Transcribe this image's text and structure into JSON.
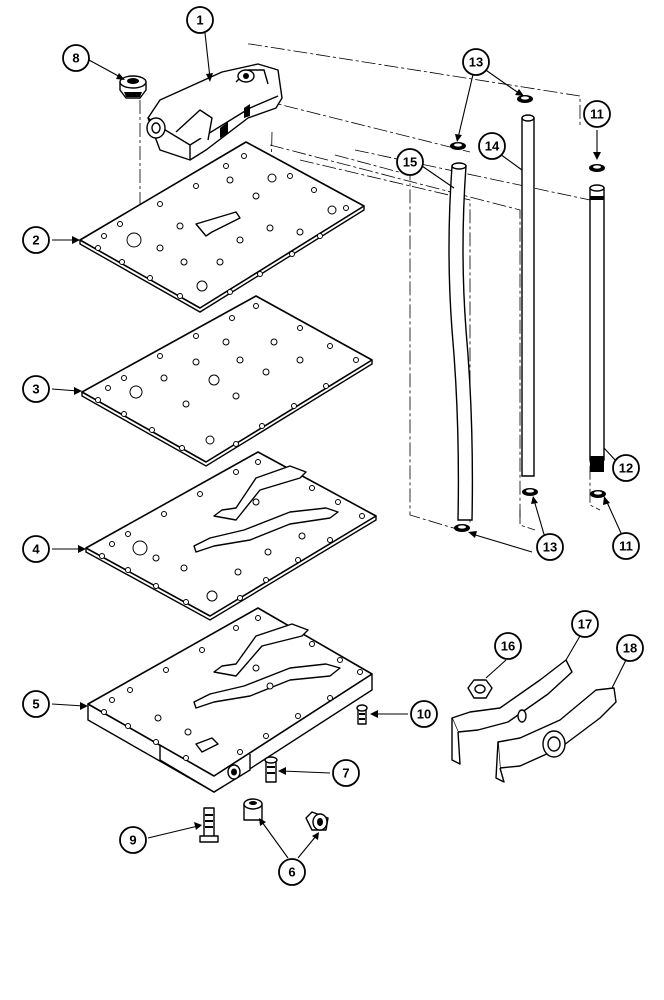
{
  "diagram": {
    "callouts": [
      {
        "id": "1"
      },
      {
        "id": "2"
      },
      {
        "id": "3"
      },
      {
        "id": "4"
      },
      {
        "id": "5"
      },
      {
        "id": "6"
      },
      {
        "id": "7"
      },
      {
        "id": "8"
      },
      {
        "id": "9"
      },
      {
        "id": "10"
      },
      {
        "id": "11"
      },
      {
        "id": "11"
      },
      {
        "id": "12"
      },
      {
        "id": "13"
      },
      {
        "id": "13"
      },
      {
        "id": "14"
      },
      {
        "id": "15"
      },
      {
        "id": "16"
      },
      {
        "id": "17"
      },
      {
        "id": "18"
      }
    ]
  }
}
